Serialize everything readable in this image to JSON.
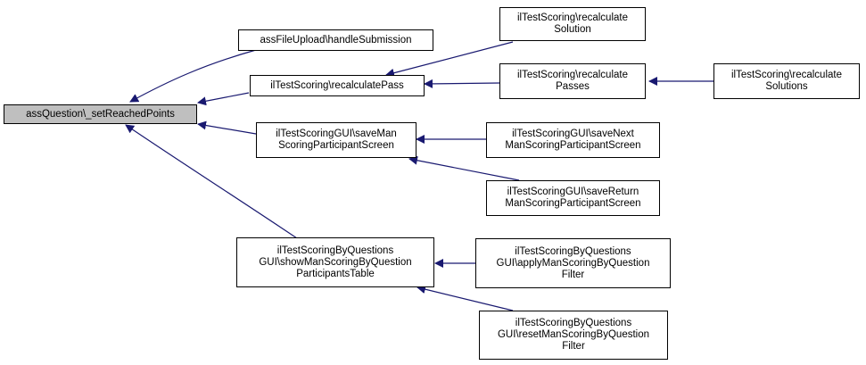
{
  "colors": {
    "edge": "#191970",
    "root_fill": "#bfbfbf",
    "node_fill": "#ffffff",
    "border": "#000000"
  },
  "nodes": {
    "root": "assQuestion\\_setReachedPoints",
    "handle_submission": "assFileUpload\\handleSubmission",
    "recalculate_pass": "ilTestScoring\\recalculatePass",
    "recalculate_solution": "ilTestScoring\\recalculate\nSolution",
    "recalculate_passes": "ilTestScoring\\recalculate\nPasses",
    "recalculate_solutions": "ilTestScoring\\recalculate\nSolutions",
    "save_man_scoring": "ilTestScoringGUI\\saveMan\nScoringParticipantScreen",
    "save_next_man_scoring": "ilTestScoringGUI\\saveNext\nManScoringParticipantScreen",
    "save_return_man_scoring": "ilTestScoringGUI\\saveReturn\nManScoringParticipantScreen",
    "show_man_scoring_table": "ilTestScoringByQuestions\nGUI\\showManScoringByQuestion\nParticipantsTable",
    "apply_man_scoring_filter": "ilTestScoringByQuestions\nGUI\\applyManScoringByQuestion\nFilter",
    "reset_man_scoring_filter": "ilTestScoringByQuestions\nGUI\\resetManScoringByQuestion\nFilter"
  }
}
